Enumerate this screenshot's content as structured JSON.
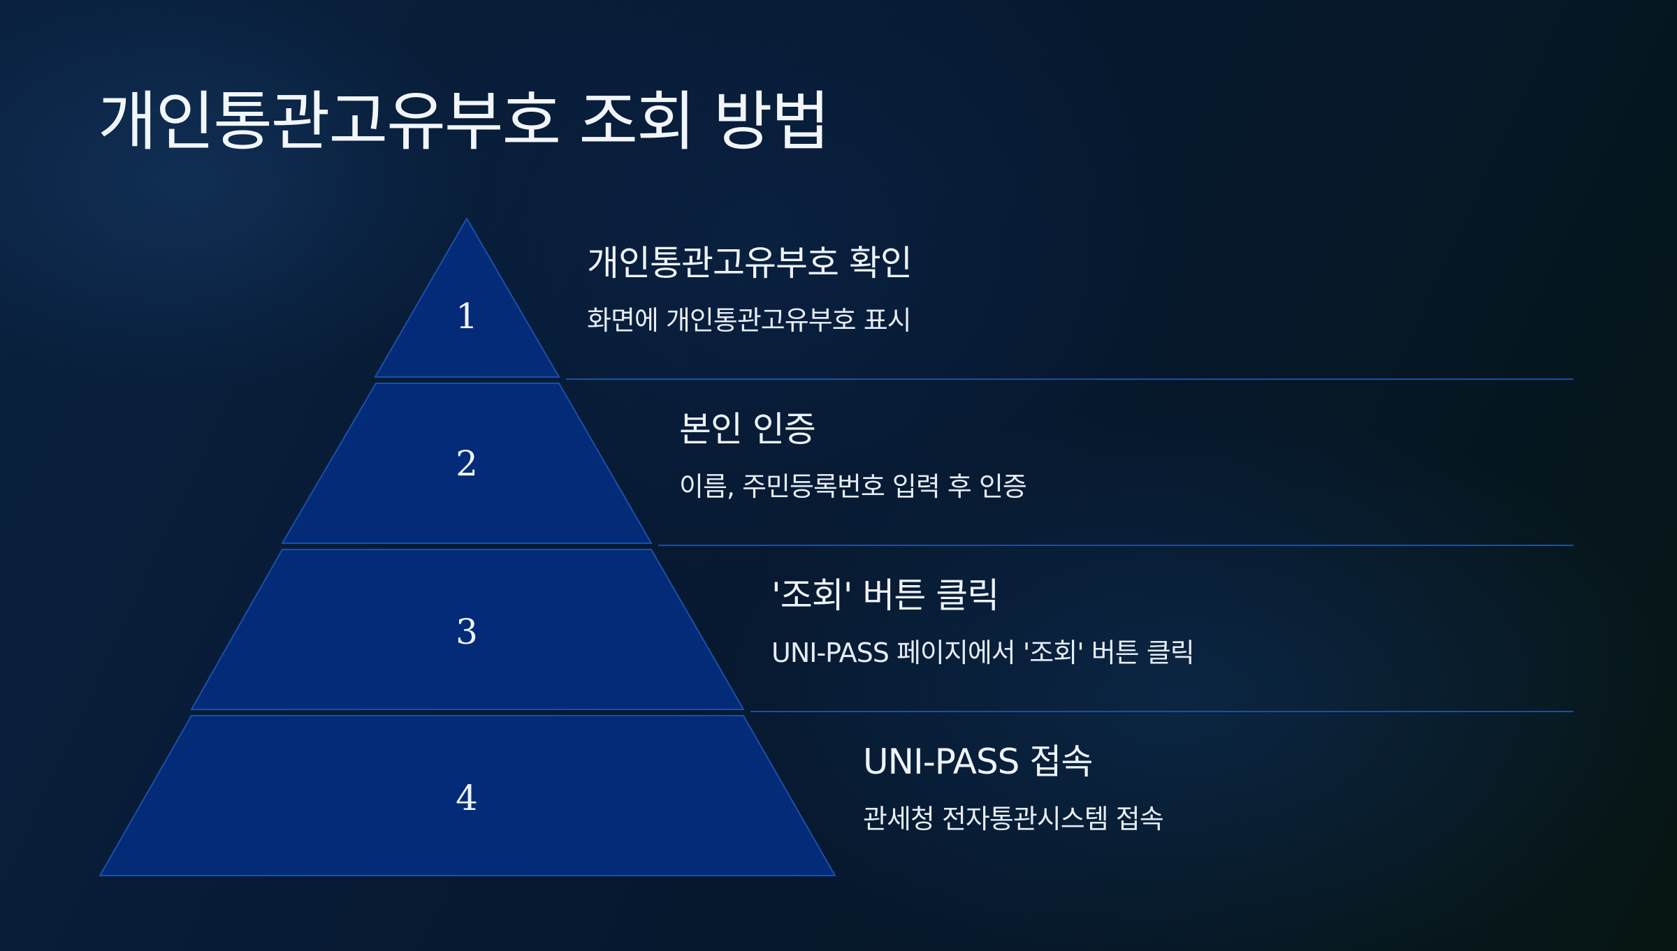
{
  "title": "개인통관고유부호 조회 방법",
  "steps": [
    {
      "number": "1",
      "title": "개인통관고유부호 확인",
      "description": "화면에 개인통관고유부호 표시"
    },
    {
      "number": "2",
      "title": "본인 인증",
      "description": "이름, 주민등록번호 입력 후 인증"
    },
    {
      "number": "3",
      "title": "'조회' 버튼 클릭",
      "description": "UNI-PASS 페이지에서 '조회' 버튼 클릭"
    },
    {
      "number": "4",
      "title": "UNI-PASS 접속",
      "description": "관세청 전자통관시스템 접속"
    }
  ],
  "colors": {
    "tier_fill": "#032b78",
    "tier_border": "#1d4fa8",
    "divider": "#1f4f9a",
    "text": "#eef3fb"
  }
}
